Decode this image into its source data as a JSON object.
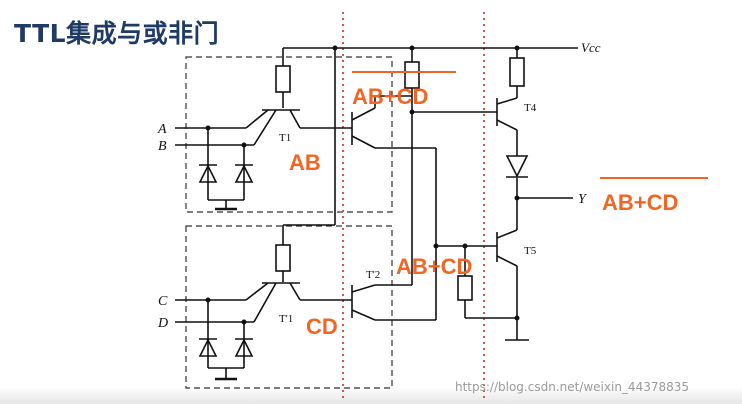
{
  "slide": {
    "title": "TTL集成与或非门",
    "watermark": "https://blog.csdn.net/weixin_44378835"
  },
  "circuit": {
    "supply_label": "Vcc",
    "inputs": [
      "A",
      "B",
      "C",
      "D"
    ],
    "output_label": "Y",
    "transistors": {
      "t1": "T1",
      "t1_prime": "T'1",
      "t2_prime": "T'2",
      "t4": "T4",
      "t5": "T5"
    }
  },
  "annotations": {
    "ab": "AB",
    "cd": "CD",
    "nor_top": "AB+CD",
    "or_mid": "AB+CD",
    "output_expr": "AB+CD"
  },
  "colors": {
    "title": "#1f3b64",
    "annotation": "#f26522",
    "divider": "#d9534f",
    "wire": "#111111",
    "dashed_box": "#333333"
  }
}
